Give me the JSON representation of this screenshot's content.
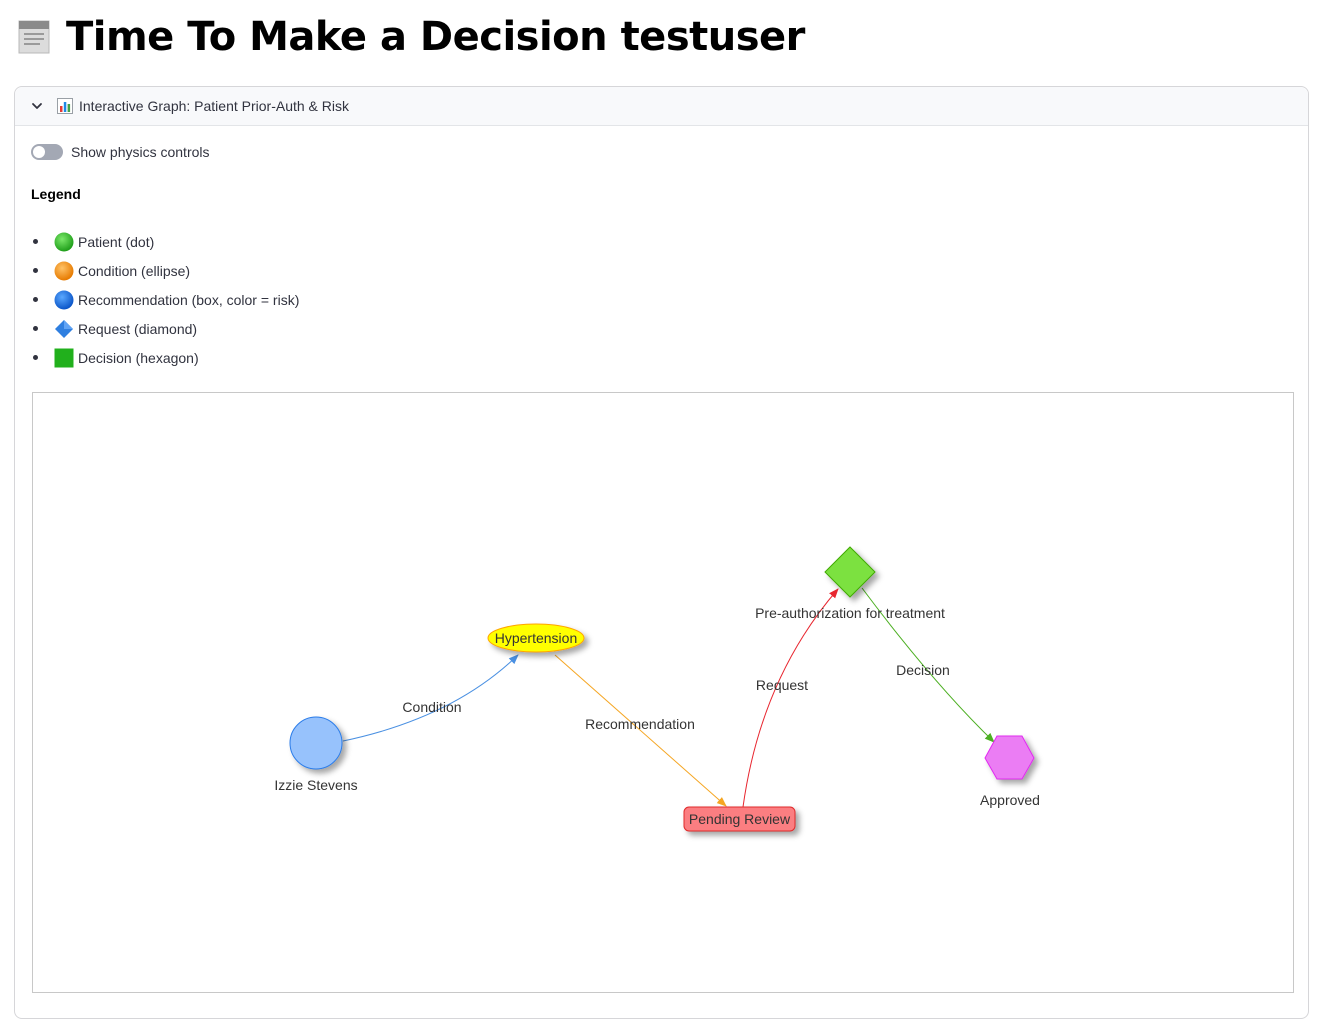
{
  "page": {
    "title_icon": "document-icon",
    "title": "Time To Make a Decision testuser"
  },
  "expander": {
    "icon": "bar-chart-icon",
    "title": "Interactive Graph: Patient Prior-Auth & Risk",
    "expanded": true
  },
  "physics_toggle": {
    "label": "Show physics controls",
    "checked": false
  },
  "legend": {
    "title": "Legend",
    "items": [
      {
        "icon": "green-circle-icon",
        "label": "Patient (dot)"
      },
      {
        "icon": "orange-circle-icon",
        "label": "Condition (ellipse)"
      },
      {
        "icon": "blue-circle-icon",
        "label": "Recommendation (box, color = risk)"
      },
      {
        "icon": "blue-diamond-icon",
        "label": "Request (diamond)"
      },
      {
        "icon": "green-square-icon",
        "label": "Decision (hexagon)"
      }
    ]
  },
  "graph": {
    "nodes": [
      {
        "id": "patient",
        "label": "Izzie Stevens",
        "shape": "dot",
        "color": "#97c2fc"
      },
      {
        "id": "condition",
        "label": "Hypertension",
        "shape": "ellipse",
        "color": "#ffff00"
      },
      {
        "id": "recommendation",
        "label": "Pending Review",
        "shape": "box",
        "color": "#fb7e81"
      },
      {
        "id": "request",
        "label": "Pre-authorization for treatment",
        "shape": "diamond",
        "color": "#7be141"
      },
      {
        "id": "decision",
        "label": "Approved",
        "shape": "hexagon",
        "color": "#eb7df4"
      }
    ],
    "edges": [
      {
        "from": "patient",
        "to": "condition",
        "label": "Condition",
        "color": "#4a90e2"
      },
      {
        "from": "condition",
        "to": "recommendation",
        "label": "Recommendation",
        "color": "#f5a623"
      },
      {
        "from": "recommendation",
        "to": "request",
        "label": "Request",
        "color": "#e8262f"
      },
      {
        "from": "request",
        "to": "decision",
        "label": "Decision",
        "color": "#4caf22"
      }
    ]
  }
}
